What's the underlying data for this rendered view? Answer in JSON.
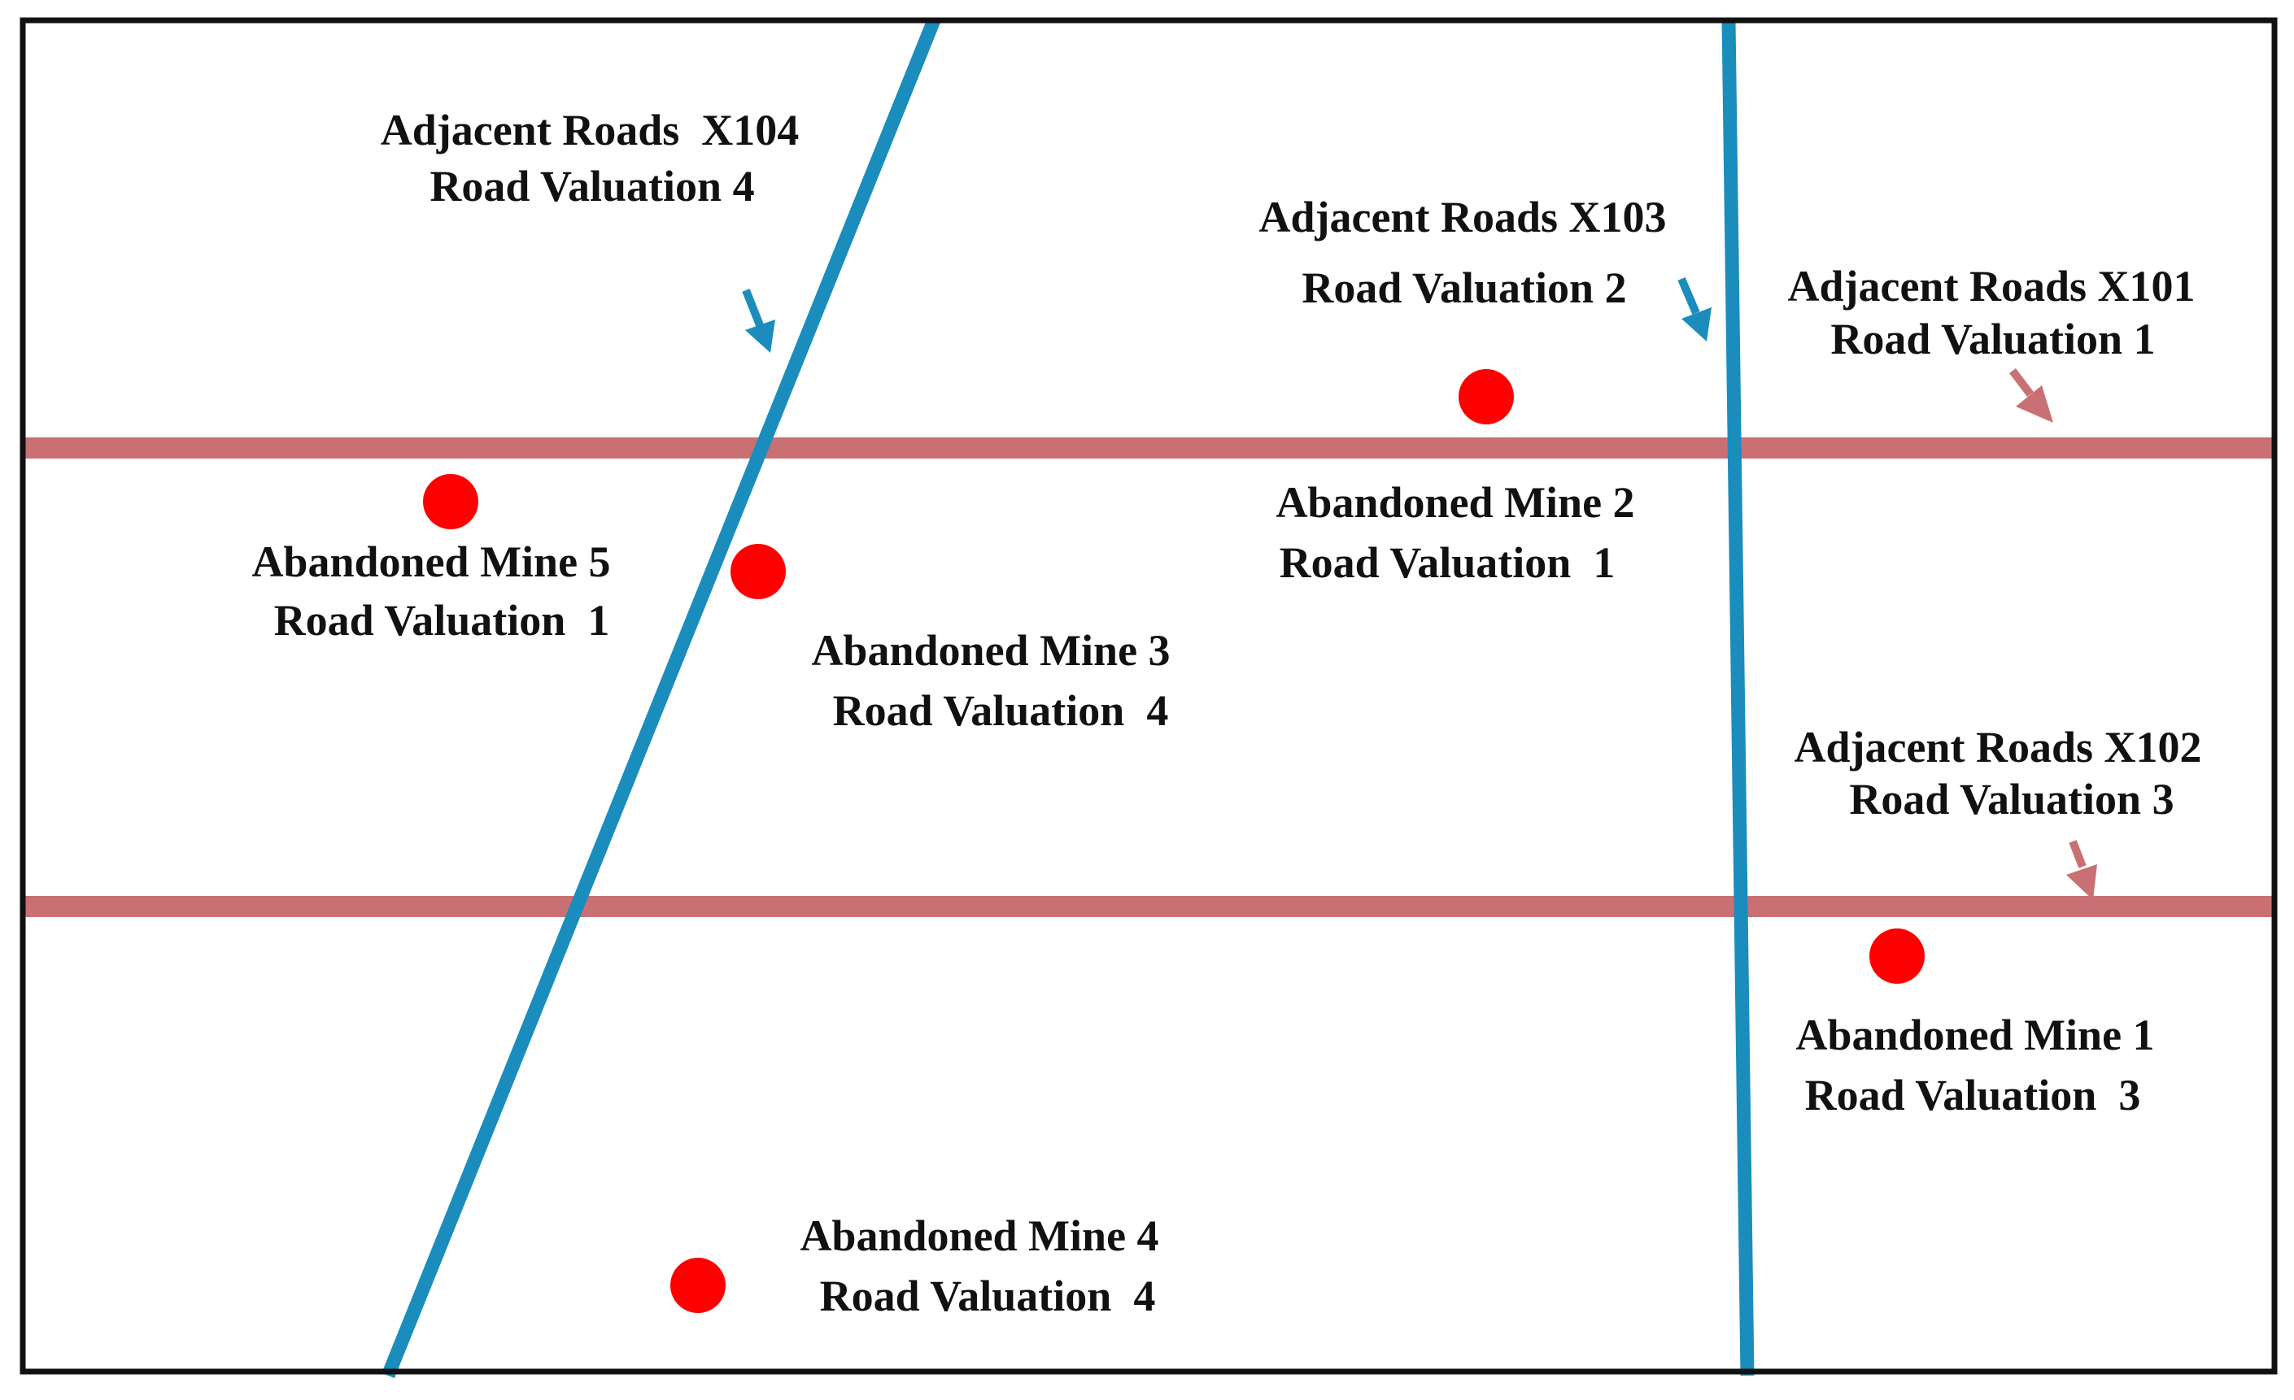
{
  "colors": {
    "frame": "#111111",
    "adjacent_road": "#1a8dbd",
    "horizontal_road": "#c97074",
    "mine": "#ff0000",
    "text": "#111111"
  },
  "roads": {
    "x104": {
      "line1": "Adjacent Roads  X104",
      "line2": "Road Valuation 4"
    },
    "x103": {
      "line1": "Adjacent Roads X103",
      "line2": "Road Valuation 2"
    },
    "x101": {
      "line1": "Adjacent Roads X101",
      "line2": "Road Valuation 1"
    },
    "x102": {
      "line1": "Adjacent Roads X102",
      "line2": "Road Valuation 3"
    }
  },
  "mines": {
    "mine1": {
      "line1": "Abandoned Mine 1",
      "line2": "Road Valuation  3"
    },
    "mine2": {
      "line1": "Abandoned Mine 2",
      "line2": "Road Valuation  1"
    },
    "mine3": {
      "line1": "Abandoned Mine 3",
      "line2": "Road Valuation  4"
    },
    "mine4": {
      "line1": "Abandoned Mine 4",
      "line2": "Road Valuation  4"
    },
    "mine5": {
      "line1": "Abandoned Mine 5",
      "line2": "Road Valuation  1"
    }
  }
}
